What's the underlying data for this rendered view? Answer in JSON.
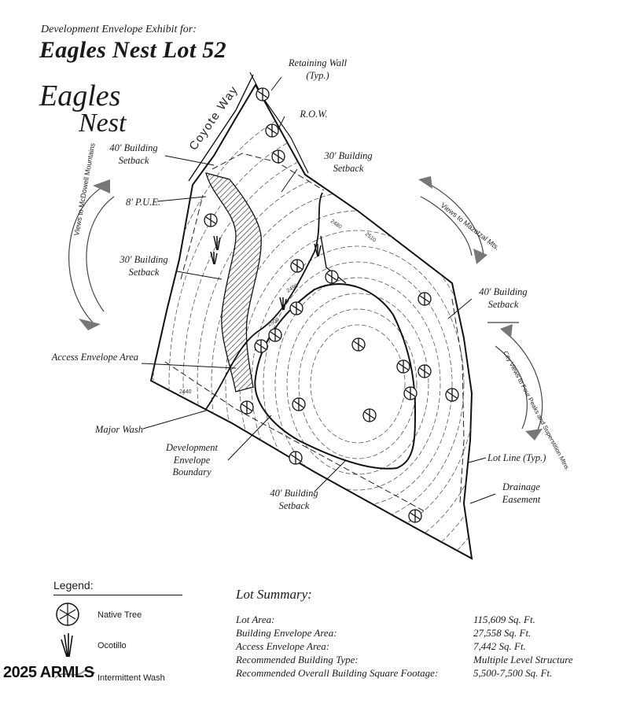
{
  "header": {
    "subtitle": "Development Envelope Exhibit for:",
    "title": "Eagles Nest Lot 52",
    "logo_line1": "Eagles",
    "logo_line2": "Nest"
  },
  "map": {
    "street": "Coyote Way",
    "labels": {
      "retaining_wall": "Retaining Wall (Typ.)",
      "row": "R.O.W.",
      "setback_40_top": "40' Building Setback",
      "setback_30_top": "30' Building Setback",
      "pue": "8' P.U.E.",
      "setback_30_left": "30' Building Setback",
      "setback_40_right": "40' Building Setback",
      "access_envelope": "Access Envelope Area",
      "major_wash": "Major Wash",
      "development_envelope": "Development Envelope Boundary",
      "setback_40_bottom": "40' Building Setback",
      "lot_line": "Lot Line (Typ.)",
      "drainage": "Drainage Easement"
    },
    "views": {
      "left": "Views to McDowell Mountains",
      "top_right": "Views to Mazatzal Mts.",
      "right": "City Views to Four Peaks and Superstition Mtns."
    },
    "contour_labels": [
      "2480",
      "2490",
      "2500",
      "2510",
      "2440"
    ]
  },
  "legend": {
    "title": "Legend:",
    "items": [
      {
        "label": "Native Tree",
        "icon": "tree-icon"
      },
      {
        "label": "Ocotillo",
        "icon": "ocotillo-icon"
      },
      {
        "label": "Intermittent Wash",
        "icon": "wash-icon"
      }
    ]
  },
  "summary": {
    "title": "Lot Summary:",
    "rows": [
      {
        "label": "Lot Area:",
        "value": "115,609 Sq. Ft."
      },
      {
        "label": "Building Envelope Area:",
        "value": "27,558 Sq. Ft."
      },
      {
        "label": "Access Envelope Area:",
        "value": "7,442 Sq. Ft."
      },
      {
        "label": "Recommended Building Type:",
        "value": "Multiple Level Structure"
      },
      {
        "label": "Recommended Overall Building Square Footage:",
        "value": "5,500-7,500 Sq. Ft."
      }
    ]
  },
  "watermark": "2025 ARMLS",
  "colors": {
    "ink": "#1a1a1a",
    "hatch": "#3a3a3a",
    "arrow": "#777777"
  }
}
